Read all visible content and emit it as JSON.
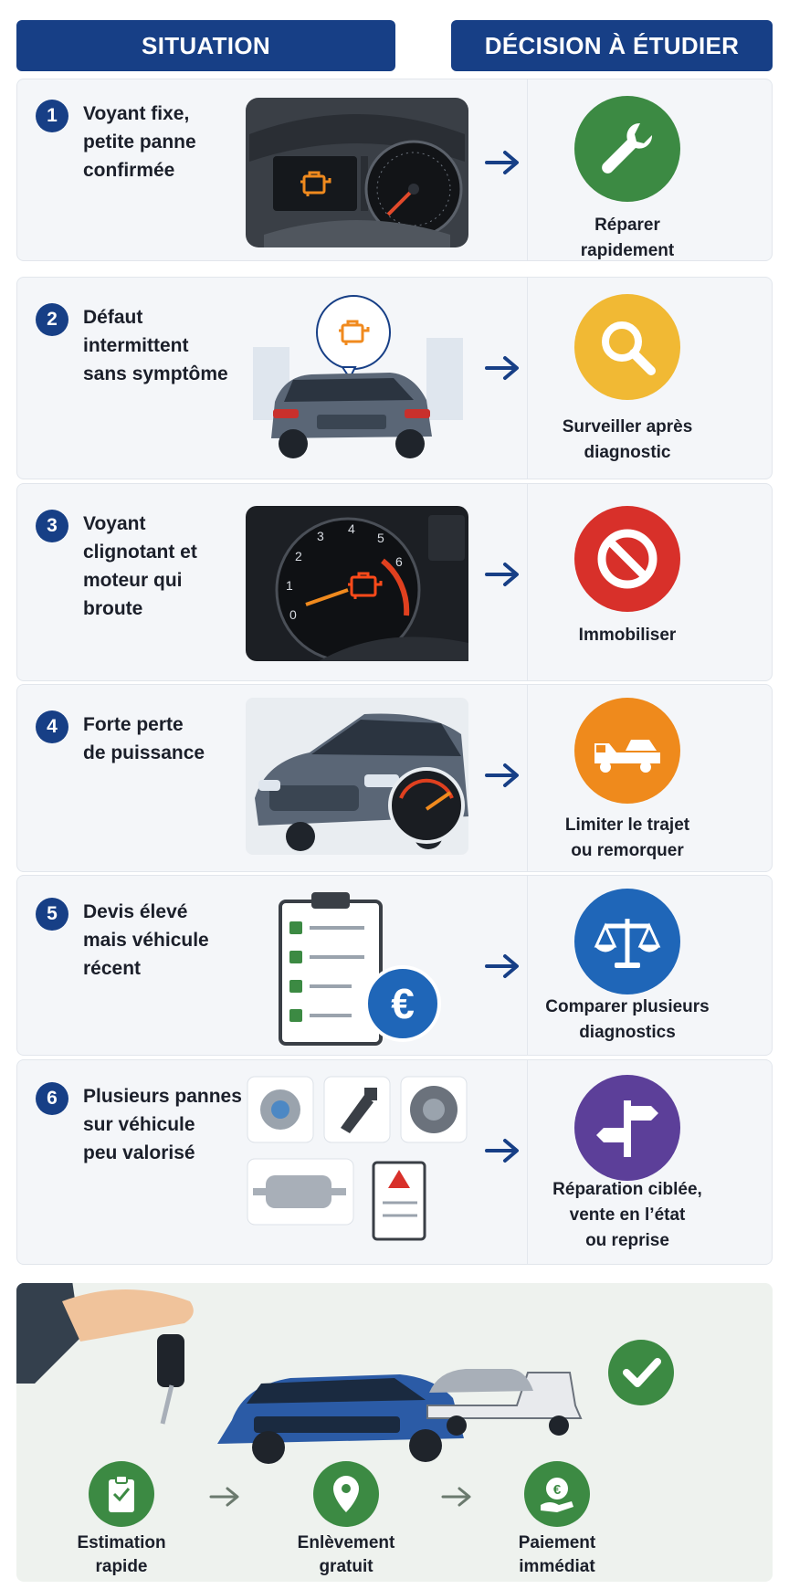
{
  "header": {
    "situation_label": "SITUATION",
    "decision_label": "DÉCISION À ÉTUDIER"
  },
  "rows": [
    {
      "num": "1",
      "situation": [
        "Voyant fixe,",
        "petite panne",
        "confirmée"
      ],
      "decision": [
        "Réparer",
        "rapidement"
      ],
      "icon": "wrench-icon",
      "color": "#3c8a43",
      "illustration": "dashboard-engine-light"
    },
    {
      "num": "2",
      "situation": [
        "Défaut",
        "intermittent",
        "sans symptôme"
      ],
      "decision": [
        "Surveiller après",
        "diagnostic"
      ],
      "icon": "magnifier-icon",
      "color": "#f1b934",
      "illustration": "car-with-engine-alert"
    },
    {
      "num": "3",
      "situation": [
        "Voyant",
        "clignotant et",
        "moteur qui",
        "broute"
      ],
      "decision": [
        "Immobiliser"
      ],
      "icon": "no-entry-icon",
      "color": "#d8302a",
      "illustration": "tachometer-engine-light",
      "gauge_labels": [
        "0",
        "1",
        "2",
        "3",
        "4",
        "5",
        "6"
      ]
    },
    {
      "num": "4",
      "situation": [
        "Forte perte",
        "de puissance"
      ],
      "decision": [
        "Limiter le trajet",
        "ou remorquer"
      ],
      "icon": "tow-truck-icon",
      "color": "#ef8a1c",
      "illustration": "car-with-gauge"
    },
    {
      "num": "5",
      "situation": [
        "Devis élevé",
        "mais véhicule",
        "récent"
      ],
      "decision": [
        "Comparer plusieurs",
        "diagnostics"
      ],
      "icon": "scales-icon",
      "color": "#1f66b8",
      "illustration": "checklist-with-euro",
      "euro_symbol": "€"
    },
    {
      "num": "6",
      "situation": [
        "Plusieurs pannes",
        "sur véhicule",
        "peu valorisé"
      ],
      "decision": [
        "Réparation ciblée,",
        "vente en l’état",
        "ou reprise"
      ],
      "icon": "signpost-icon",
      "color": "#5c3f99",
      "illustration": "car-parts-grid"
    }
  ],
  "bottom": {
    "steps": [
      {
        "label": [
          "Estimation",
          "rapide"
        ],
        "icon": "clipboard-check-icon"
      },
      {
        "label": [
          "Enlèvement",
          "gratuit"
        ],
        "icon": "location-pin-icon"
      },
      {
        "label": [
          "Paiement",
          "immédiat"
        ],
        "icon": "hand-euro-icon"
      }
    ],
    "illustration": "hand-with-keys-car-tow-truck-checkmark",
    "check_color": "#3c8a43"
  },
  "colors": {
    "header": "#173f86",
    "badge": "#173f86",
    "arrow": "#173f86",
    "row_bg": "#f4f6f9",
    "bottom_bg": "#eef2ee"
  }
}
